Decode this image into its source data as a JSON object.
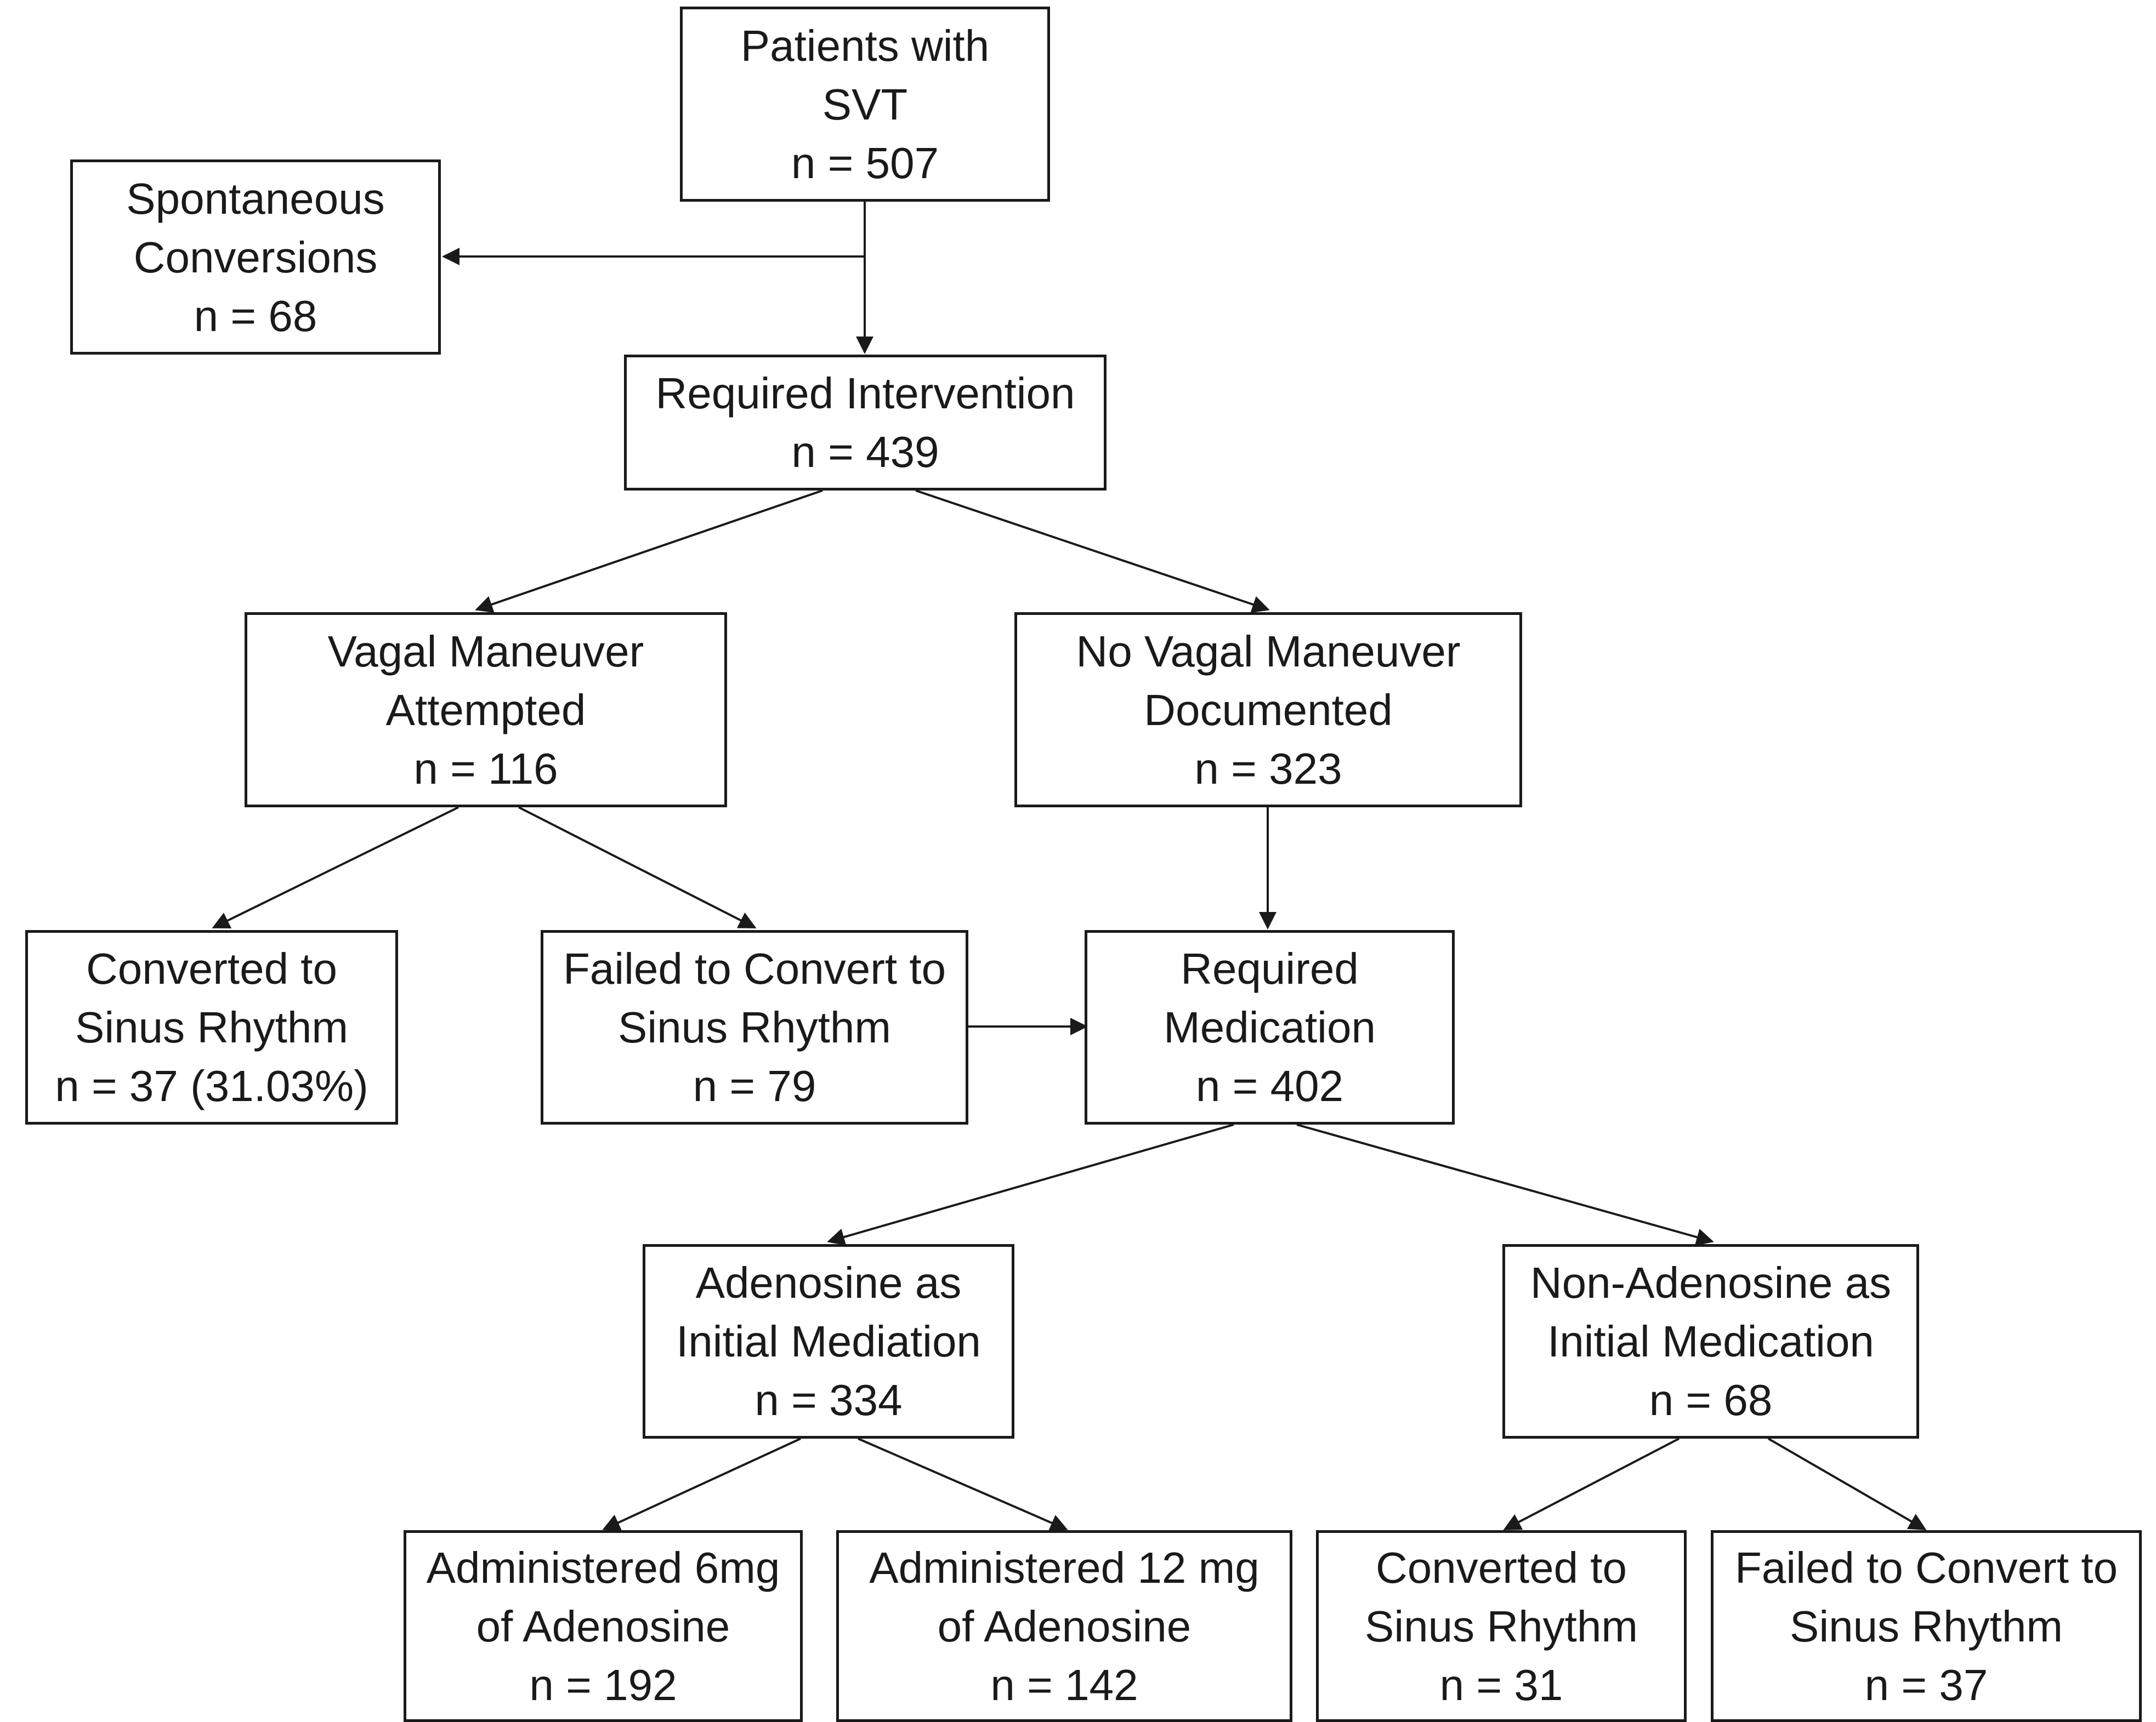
{
  "nodes": {
    "patients": {
      "lines": [
        "Patients with",
        "SVT",
        "n = 507"
      ]
    },
    "spontaneous": {
      "lines": [
        "Spontaneous",
        "Conversions",
        "n = 68"
      ]
    },
    "required_intervention": {
      "lines": [
        "Required Intervention",
        "n = 439"
      ]
    },
    "vagal_attempted": {
      "lines": [
        "Vagal Maneuver",
        "Attempted",
        "n = 116"
      ]
    },
    "no_vagal": {
      "lines": [
        "No Vagal Maneuver",
        "Documented",
        "n = 323"
      ]
    },
    "vagal_converted": {
      "lines": [
        "Converted to",
        "Sinus Rhythm",
        "n = 37 (31.03%)"
      ]
    },
    "vagal_failed": {
      "lines": [
        "Failed to Convert to",
        "Sinus Rhythm",
        "n = 79"
      ]
    },
    "required_medication": {
      "lines": [
        "Required",
        "Medication",
        "n = 402"
      ]
    },
    "adenosine_initial": {
      "lines": [
        "Adenosine as",
        "Initial Mediation",
        "n = 334"
      ]
    },
    "non_adenosine_initial": {
      "lines": [
        "Non-Adenosine as",
        "Initial Medication",
        "n = 68"
      ]
    },
    "adenosine_6mg": {
      "lines": [
        "Administered 6mg",
        "of Adenosine",
        "n = 192"
      ]
    },
    "adenosine_12mg": {
      "lines": [
        "Administered 12 mg",
        "of Adenosine",
        "n = 142"
      ]
    },
    "nonaden_converted": {
      "lines": [
        "Converted to",
        "Sinus Rhythm",
        "n = 31"
      ]
    },
    "nonaden_failed": {
      "lines": [
        "Failed to Convert to",
        "Sinus Rhythm",
        "n = 37"
      ]
    }
  },
  "edges": [
    {
      "from": "patients",
      "to": "spontaneous"
    },
    {
      "from": "patients",
      "to": "required_intervention"
    },
    {
      "from": "required_intervention",
      "to": "vagal_attempted"
    },
    {
      "from": "required_intervention",
      "to": "no_vagal"
    },
    {
      "from": "vagal_attempted",
      "to": "vagal_converted"
    },
    {
      "from": "vagal_attempted",
      "to": "vagal_failed"
    },
    {
      "from": "vagal_failed",
      "to": "required_medication"
    },
    {
      "from": "no_vagal",
      "to": "required_medication"
    },
    {
      "from": "required_medication",
      "to": "adenosine_initial"
    },
    {
      "from": "required_medication",
      "to": "non_adenosine_initial"
    },
    {
      "from": "adenosine_initial",
      "to": "adenosine_6mg"
    },
    {
      "from": "adenosine_initial",
      "to": "adenosine_12mg"
    },
    {
      "from": "non_adenosine_initial",
      "to": "nonaden_converted"
    },
    {
      "from": "non_adenosine_initial",
      "to": "nonaden_failed"
    }
  ],
  "colors": {
    "stroke": "#1a1a1a",
    "text": "#1a1a1a",
    "background": "#ffffff"
  }
}
